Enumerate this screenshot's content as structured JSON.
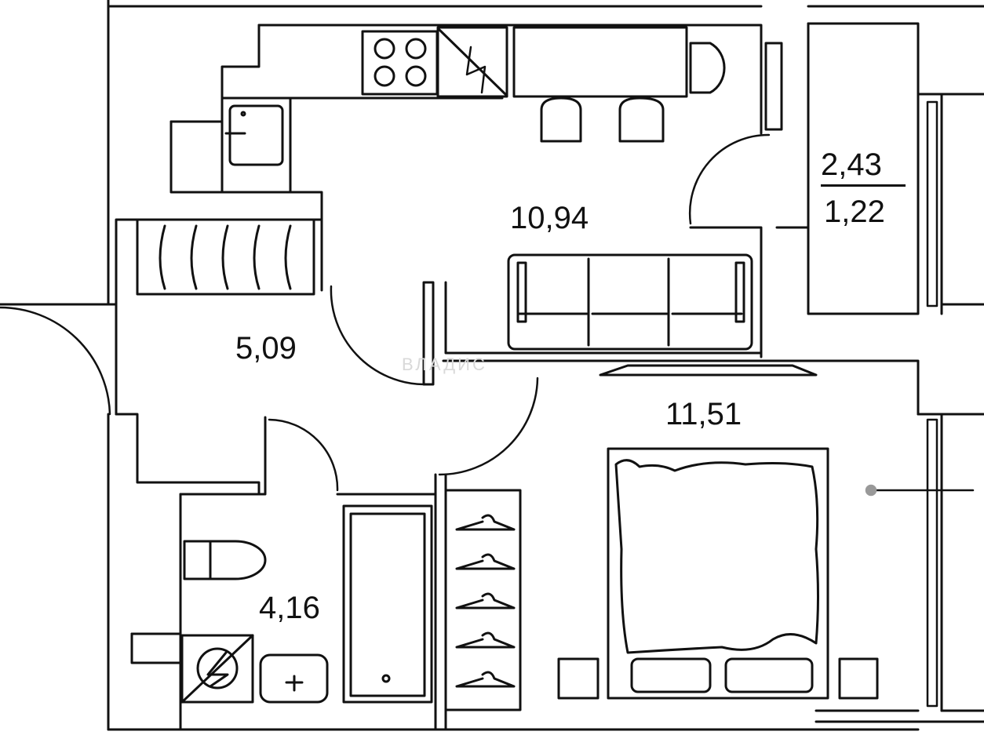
{
  "rooms": {
    "living_kitchen": "10,94",
    "hallway": "5,09",
    "bedroom": "11,51",
    "bathroom": "4,16",
    "balcony_full": "2,43",
    "balcony_reduced": "1,22"
  },
  "watermark": "ВЛАДИС",
  "colors": {
    "line": "#111111",
    "background": "#ffffff",
    "watermark": "#d9d9d9"
  }
}
